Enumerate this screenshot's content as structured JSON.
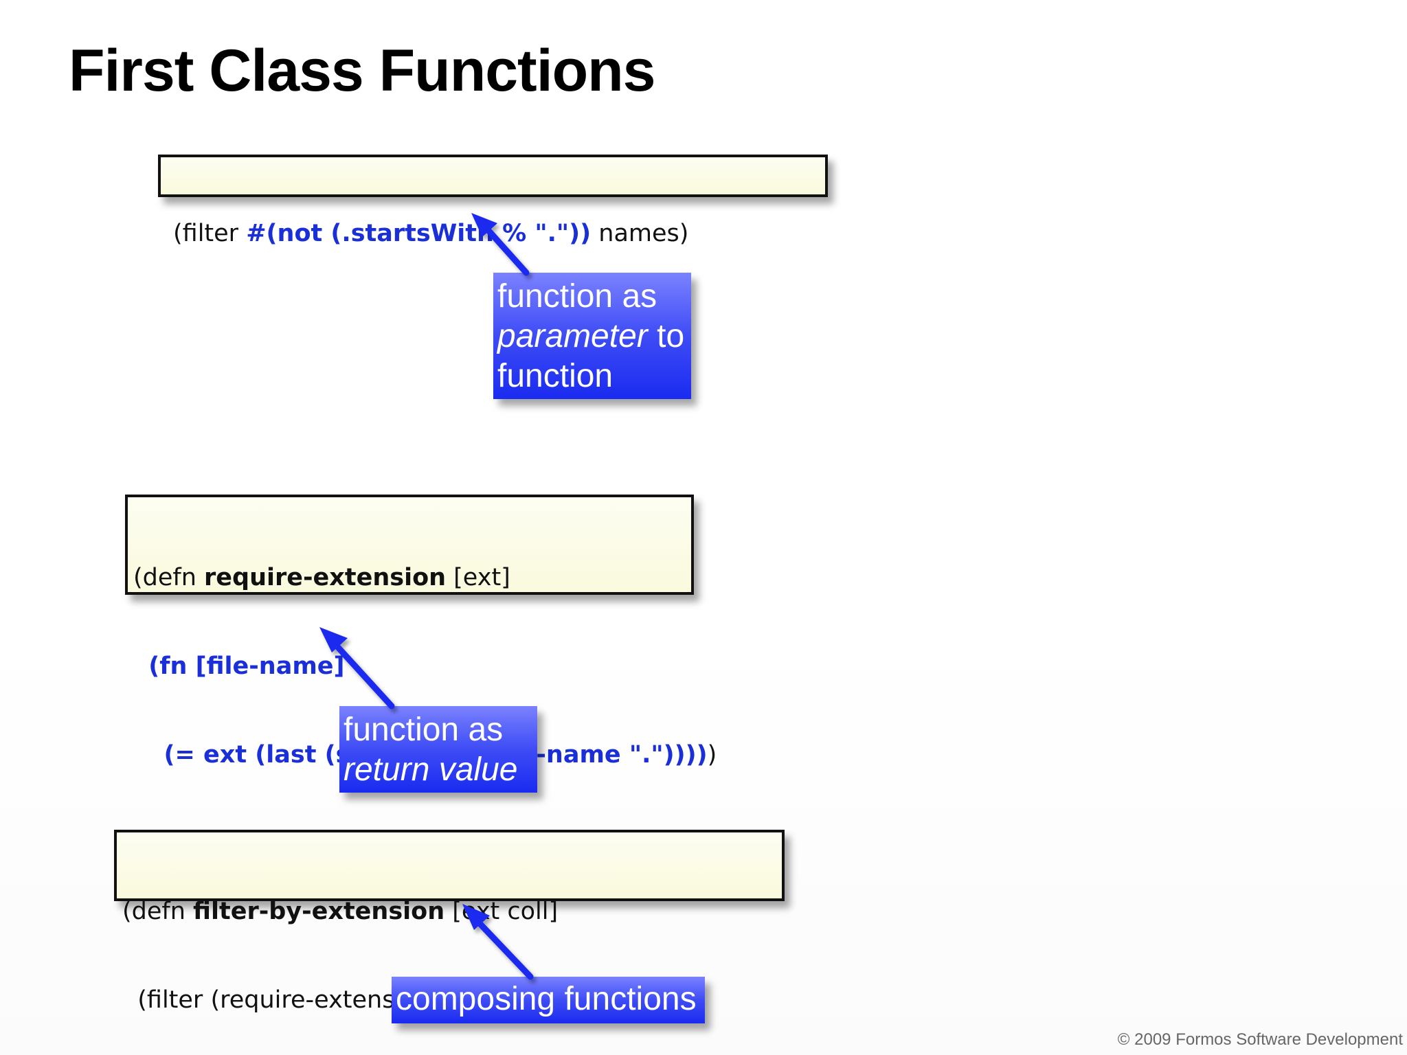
{
  "slide": {
    "title": "First Class Functions",
    "footer": "© 2009 Formos Software Development",
    "colors": {
      "code_blue": "#1a2fd8",
      "callout_blue": "#1a2bf0",
      "code_bg": "#fafadd"
    },
    "code1": {
      "prefix": "(filter ",
      "highlight": "#(not (.startsWith % \".\"))",
      "suffix": " names)"
    },
    "callout1": {
      "line1": "function as",
      "line2_italic": "parameter",
      "line2_rest": " to",
      "line3": "function"
    },
    "code2": {
      "l1_prefix": "(defn ",
      "l1_name": "require-extension",
      "l1_suffix": " [ext]",
      "l2_indent": "  ",
      "l2_code": "(fn [file-name]",
      "l3_indent": "    ",
      "l3_code": "(= ext (last (split-string file-name \".\"))))",
      "l3_suffix": ")"
    },
    "callout2": {
      "line1": "function as",
      "line2_italic": "return value"
    },
    "code3": {
      "l1_prefix": "(defn ",
      "l1_name": "filter-by-extension",
      "l1_suffix": " [ext coll]",
      "l2": "  (filter (require-extension ext) coll))"
    },
    "callout3": {
      "text": "composing functions"
    }
  }
}
